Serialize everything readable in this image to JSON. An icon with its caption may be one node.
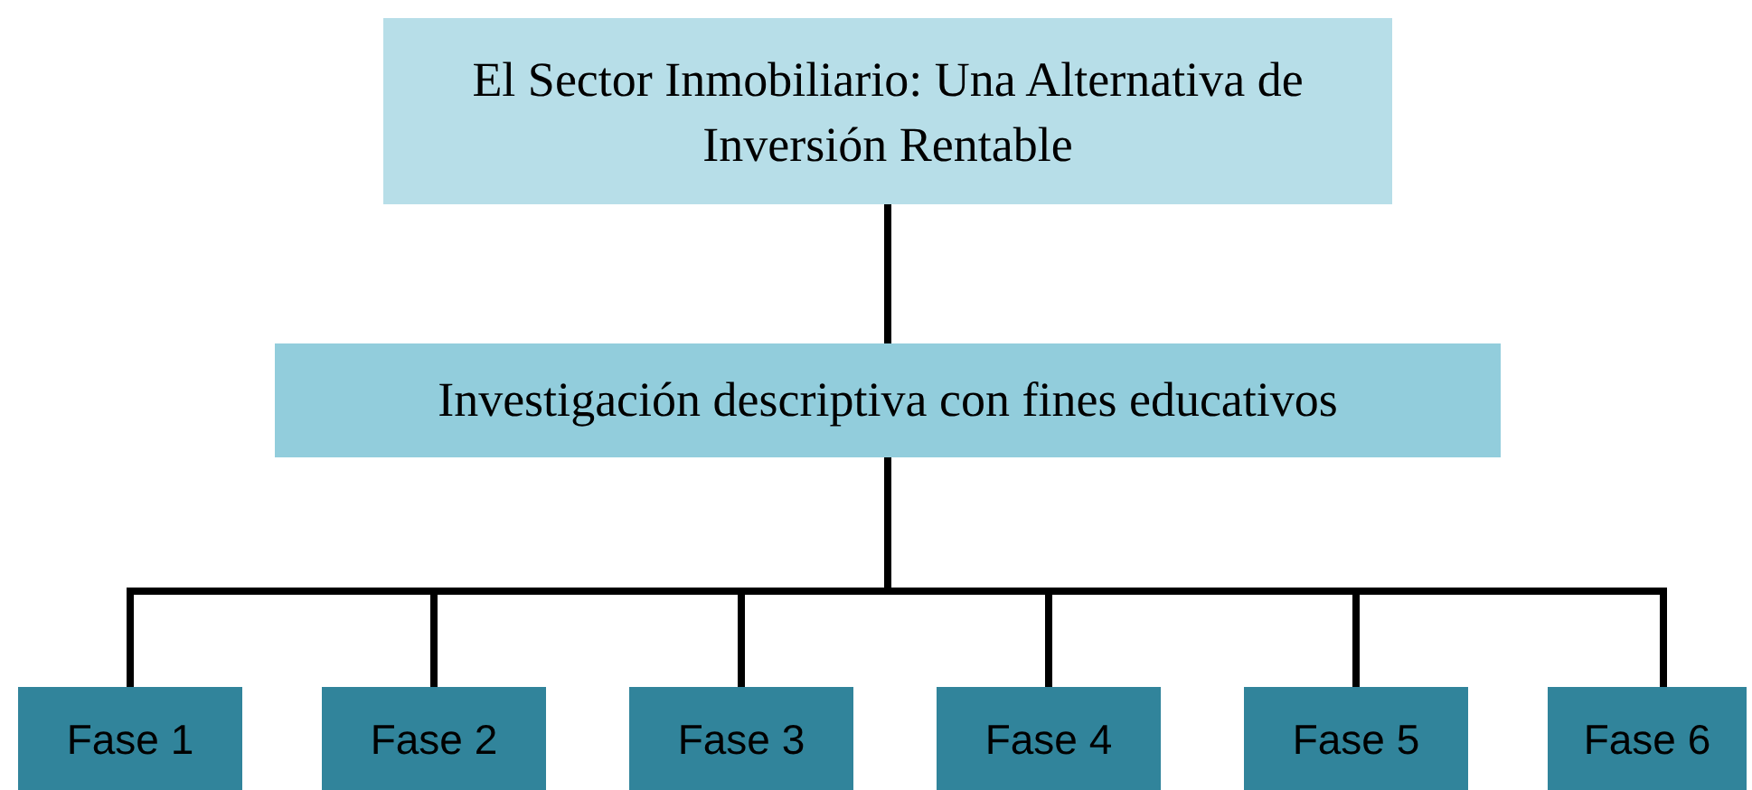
{
  "diagram": {
    "nodes": [
      {
        "text": [
          "El Sector Inmobiliario: Una Alternativa de Inversión Rentable"
        ]
      },
      {
        "text": [
          "Investigación descriptiva con fines educativos"
        ]
      },
      {
        "text": [
          "Fase 1"
        ]
      },
      {
        "text": [
          "Fase 2"
        ]
      },
      {
        "text": [
          "Fase 3"
        ]
      },
      {
        "text": [
          "Fase 4"
        ]
      },
      {
        "text": [
          "Fase 5"
        ]
      },
      {
        "text": [
          "Fase 6"
        ]
      }
    ],
    "edges": [
      {
        "from": 0,
        "to": 1,
        "arrow": "none"
      },
      {
        "from": 1,
        "to": 2,
        "arrow": "none"
      },
      {
        "from": 1,
        "to": 3,
        "arrow": "none"
      },
      {
        "from": 1,
        "to": 4,
        "arrow": "none"
      },
      {
        "from": 1,
        "to": 5,
        "arrow": "none"
      },
      {
        "from": 1,
        "to": 6,
        "arrow": "none"
      },
      {
        "from": 1,
        "to": 7,
        "arrow": "none"
      }
    ]
  }
}
